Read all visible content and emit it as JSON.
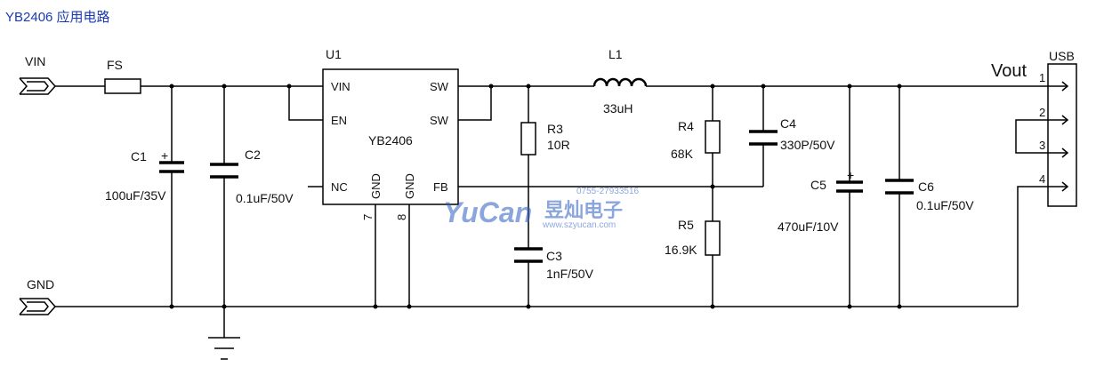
{
  "title": "YB2406 应用电路",
  "colors": {
    "title": "#1a3ab0",
    "wire": "#000000",
    "watermark": "#2e5fc0"
  },
  "ports": {
    "vin": "VIN",
    "gnd": "GND",
    "vout": "Vout",
    "usb": "USB"
  },
  "fuse": {
    "ref": "FS"
  },
  "ic": {
    "ref": "U1",
    "part": "YB2406",
    "pins": {
      "vin": "VIN",
      "en": "EN",
      "nc": "NC",
      "sw1": "SW",
      "sw2": "SW",
      "fb": "FB",
      "gnd1": "GND",
      "gnd2": "GND",
      "num7": "7",
      "num8": "8"
    }
  },
  "inductor": {
    "ref": "L1",
    "value": "33uH"
  },
  "capacitors": [
    {
      "ref": "C1",
      "value": "100uF/35V",
      "polarized": true
    },
    {
      "ref": "C2",
      "value": "0.1uF/50V",
      "polarized": false
    },
    {
      "ref": "C3",
      "value": "1nF/50V",
      "polarized": false
    },
    {
      "ref": "C4",
      "value": "330P/50V",
      "polarized": false
    },
    {
      "ref": "C5",
      "value": "470uF/10V",
      "polarized": true
    },
    {
      "ref": "C6",
      "value": "0.1uF/50V",
      "polarized": false
    }
  ],
  "resistors": [
    {
      "ref": "R3",
      "value": "10R"
    },
    {
      "ref": "R4",
      "value": "68K"
    },
    {
      "ref": "R5",
      "value": "16.9K"
    }
  ],
  "usb_pins": [
    "1",
    "2",
    "3",
    "4"
  ],
  "polarity_mark": "+",
  "watermark": {
    "brand": "YuCan",
    "chinese": "昱灿电子",
    "phone": "0755-27933516",
    "url": "www.szyucan.com"
  }
}
